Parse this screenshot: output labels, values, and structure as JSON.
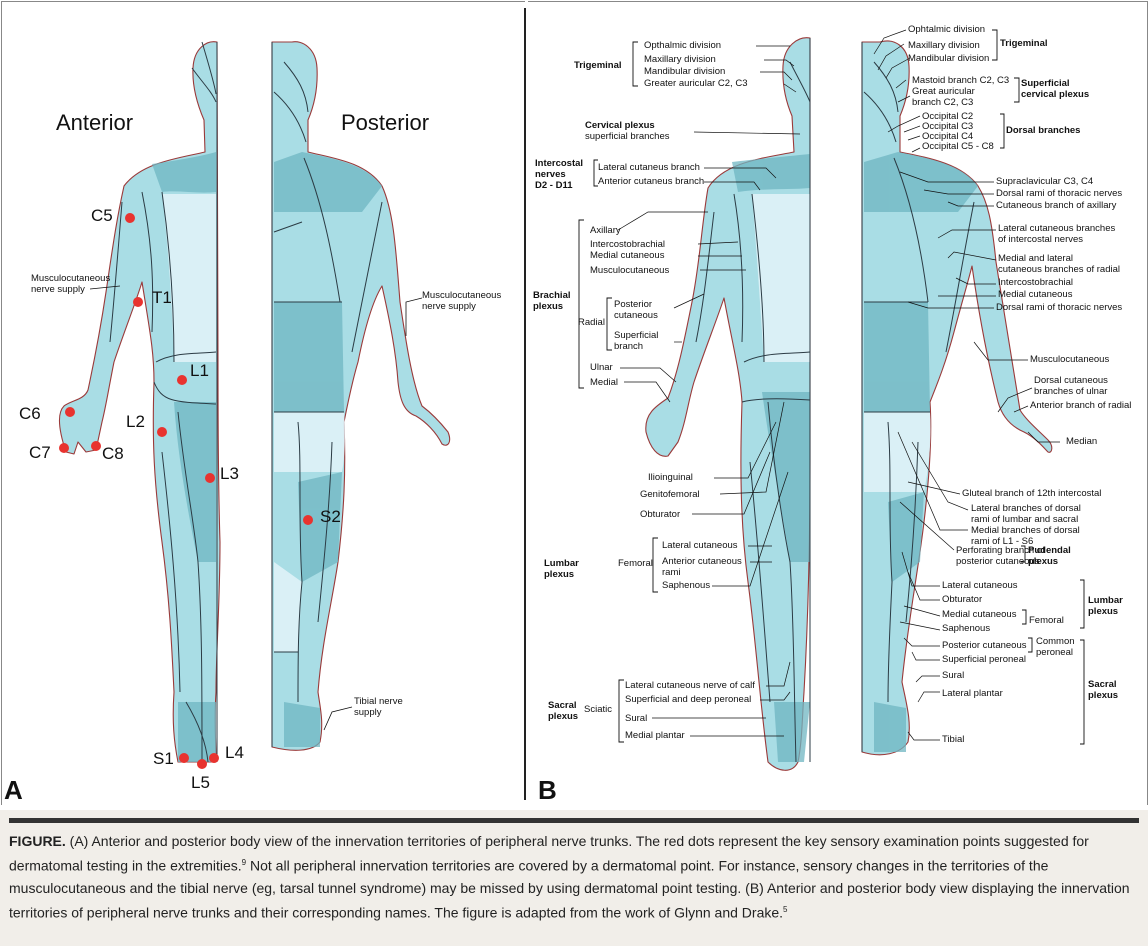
{
  "panel_a": {
    "letter": "A",
    "anterior_label": "Anterior",
    "posterior_label": "Posterior",
    "dermatomes": [
      "C5",
      "T1",
      "L1",
      "C6",
      "L2",
      "C7",
      "C8",
      "L3",
      "S2",
      "S1",
      "L5",
      "L4"
    ],
    "musculocutaneous_left": [
      "Musculocutaneous",
      "nerve supply"
    ],
    "musculocutaneous_right": [
      "Musculocutaneous",
      "nerve supply"
    ],
    "tibial": [
      "Tibial nerve",
      "supply"
    ]
  },
  "panel_b": {
    "letter": "B",
    "left": {
      "trigeminal_group": "Trigeminal",
      "trigeminal_items": [
        "Opthalmic division",
        "Maxillary division",
        "Mandibular division",
        "Greater auricular C2, C3"
      ],
      "cervical_title": "Cervical plexus",
      "cervical_sub": "superficial branches",
      "intercostal_group": [
        "Intercostal",
        "nerves",
        "D2 - D11"
      ],
      "intercostal_items": [
        "Lateral cutaneus branch",
        "Anterior cutaneus branch"
      ],
      "brachial_group": [
        "Brachial",
        "plexus"
      ],
      "brachial_items": [
        "Axillary",
        "Intercostobrachial",
        "Medial cutaneous",
        "Musculocutaneous"
      ],
      "radial_label": "Radial",
      "radial_items": [
        "Posterior",
        "cutaneous",
        "Superficial",
        "branch"
      ],
      "ulnar": "Ulnar",
      "medial": "Medial",
      "ilioinguinal": "Ilioinguinal",
      "genitofemoral": "Genitofemoral",
      "obturator": "Obturator",
      "lumbar_group": [
        "Lumbar",
        "plexus"
      ],
      "femoral_label": "Femoral",
      "femoral_items": [
        "Lateral cutaneous",
        "Anterior cutaneous",
        "rami",
        "Saphenous"
      ],
      "sacral_group": [
        "Sacral",
        "plexus"
      ],
      "sciatic_label": "Sciatic",
      "sciatic_items": [
        "Lateral cutaneous nerve of calf",
        "Superficial and deep peroneal",
        "Sural",
        "Medial plantar"
      ]
    },
    "right": {
      "trigeminal_items": [
        "Ophtalmic division",
        "Maxillary division",
        "Mandibular division"
      ],
      "trigeminal_group": "Trigeminal",
      "sup_cervical_items": [
        "Mastoid branch C2, C3",
        "Great auricular",
        "branch C2, C3"
      ],
      "sup_cervical_group": [
        "Superficial",
        "cervical plexus"
      ],
      "dorsal_items": [
        "Occipital C2",
        "Occipital C3",
        "Occipital C4",
        "Occipital C5 - C8"
      ],
      "dorsal_group": "Dorsal branches",
      "trunk_items": [
        "Supraclavicular C3, C4",
        "Dorsal rami of thoracic nerves",
        "Cutaneous branch of axillary",
        "Lateral cutaneous branches",
        "of intercostal nerves",
        "Medial and lateral",
        "cutaneous branches of radial",
        "Intercostobrachial",
        "Medial cutaneous",
        "Dorsal rami of thoracic nerves",
        "Musculocutaneous",
        "Dorsal cutaneous",
        "branches of ulnar",
        "Anterior branch of radial",
        "Median"
      ],
      "pelvis_items": [
        "Gluteal branch of 12th intercostal",
        "Lateral branches of dorsal",
        "rami of lumbar and sacral",
        "Medial branches of dorsal",
        "rami of L1 - S6",
        "Perforating branch of",
        "posterior cutaneous"
      ],
      "pudendal_group": [
        "Pudendal",
        "plexus"
      ],
      "lumbar_items": [
        "Lateral cutaneous",
        "Obturator",
        "Medial cutaneous",
        "Saphenous"
      ],
      "femoral_label": "Femoral",
      "lumbar_group": [
        "Lumbar",
        "plexus"
      ],
      "sacral_items": [
        "Posterior cutaneous",
        "Superficial peroneal",
        "Sural",
        "Lateral plantar",
        "Tibial"
      ],
      "common_peroneal": [
        "Common",
        "peroneal"
      ],
      "sacral_group": [
        "Sacral",
        "plexus"
      ]
    }
  },
  "caption": {
    "head": "FIGURE.",
    "p1": " (A) Anterior and posterior body view of the innervation territories of peripheral nerve trunks. The red dots represent the key sensory examination points suggested for dermatomal testing in the extremities.",
    "sup1": "9",
    "p2": " Not all peripheral innervation territories are covered by a dermatomal point. For instance, sensory changes in the territories of the musculocutaneous and the tibial nerve (eg, tarsal tunnel syndrome) may be missed by using dermatomal point testing. (B) Anterior and posterior body view displaying the innervation territories of peripheral nerve trunks and their corresponding names. The figure is adapted from the work of Glynn and Drake.",
    "sup2": "5"
  }
}
